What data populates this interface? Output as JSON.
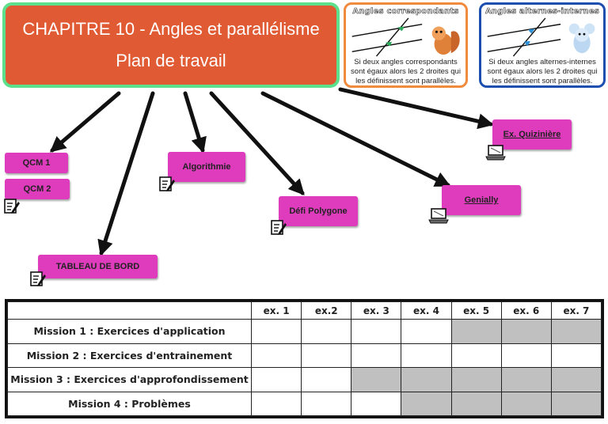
{
  "header": {
    "line1": "CHAPITRE 10 - Angles et parallélisme",
    "line2": "Plan de travail"
  },
  "cards": {
    "correspondants": {
      "title": "Angles correspondants",
      "text": "Si deux angles correspondants sont égaux alors les 2 droites qui les définissent sont parallèles.",
      "icon": "squirrel-icon"
    },
    "alternes": {
      "title": "Angles alternes-internes",
      "text": "Si deux angles alternes-internes sont égaux alors les 2 droites qui les définissent sont parallèles.",
      "icon": "mouse-icon"
    }
  },
  "activities": {
    "qcm1": "QCM 1",
    "qcm2": "QCM 2",
    "algorithmie": "Algorithmie",
    "defi": "Défi Polygone",
    "tableau": "TABLEAU DE BORD",
    "quiziniere": "Ex. Quizinière",
    "genially": "Genially"
  },
  "table": {
    "columns": [
      "ex. 1",
      "ex.2",
      "ex. 3",
      "ex. 4",
      "ex. 5",
      "ex. 6",
      "ex. 7"
    ],
    "rows": [
      {
        "label": "Mission 1 : Exercices d'application",
        "shaded": [
          false,
          false,
          false,
          false,
          true,
          true,
          true
        ]
      },
      {
        "label": "Mission 2 : Exercices d'entrainement",
        "shaded": [
          false,
          false,
          false,
          false,
          false,
          false,
          false
        ]
      },
      {
        "label": "Mission 3 : Exercices d'approfondissement",
        "shaded": [
          false,
          false,
          true,
          true,
          true,
          true,
          true
        ]
      },
      {
        "label": "Mission 4 : Problèmes",
        "shaded": [
          false,
          false,
          false,
          true,
          true,
          true,
          true
        ]
      }
    ]
  },
  "colors": {
    "title_bg": "#e05a33",
    "title_border": "#5ce08c",
    "button": "#de3cbd",
    "shade": "#c0c0c0",
    "card_orange": "#f08a3c",
    "card_blue": "#1c4fb0"
  }
}
